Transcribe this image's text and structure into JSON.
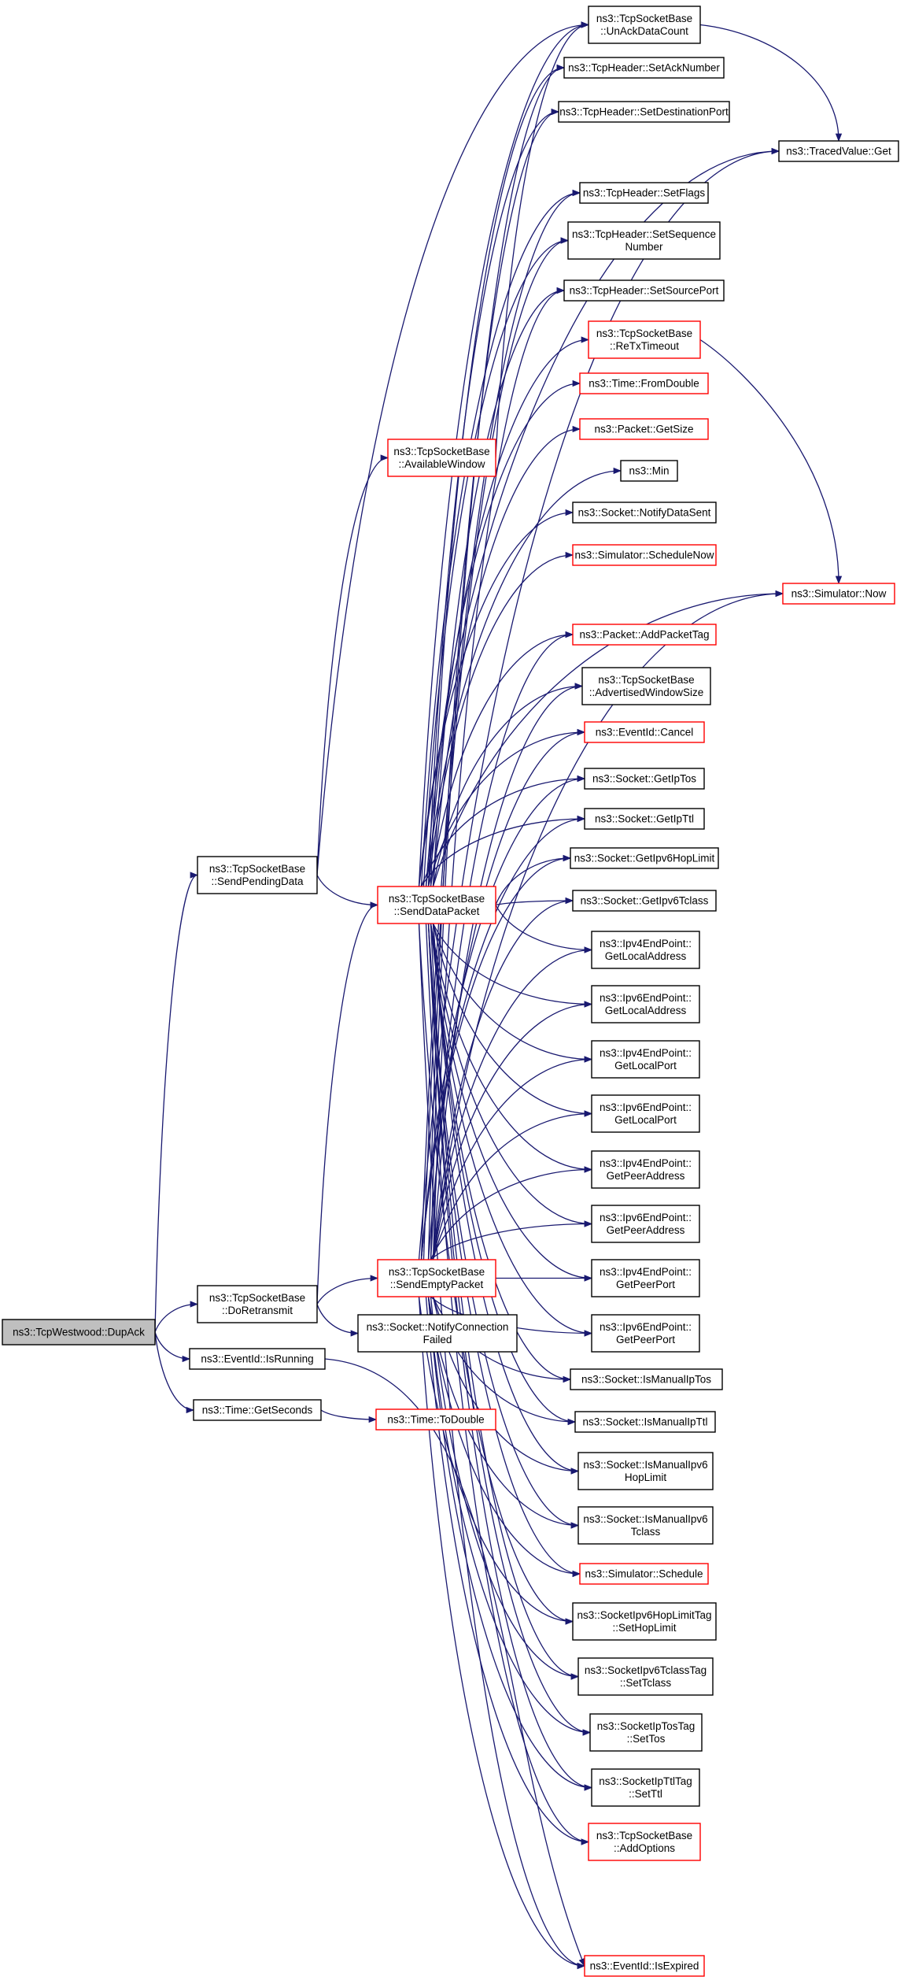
{
  "colors": {
    "edge": "#191970",
    "node_border": "#000000",
    "node_border_truncated": "#ff0000",
    "root_fill": "#bfbfbf",
    "node_fill": "#ffffff"
  },
  "nodes": [
    {
      "id": "root",
      "lines": [
        "ns3::TcpWestwood::DupAck"
      ],
      "style": "root"
    },
    {
      "id": "sendPendingData",
      "lines": [
        "ns3::TcpSocketBase",
        "::SendPendingData"
      ],
      "style": "normal"
    },
    {
      "id": "doRetransmit",
      "lines": [
        "ns3::TcpSocketBase",
        "::DoRetransmit"
      ],
      "style": "normal"
    },
    {
      "id": "eventIsRunning",
      "lines": [
        "ns3::EventId::IsRunning"
      ],
      "style": "normal"
    },
    {
      "id": "timeGetSeconds",
      "lines": [
        "ns3::Time::GetSeconds"
      ],
      "style": "normal"
    },
    {
      "id": "availableWindow",
      "lines": [
        "ns3::TcpSocketBase",
        "::AvailableWindow"
      ],
      "style": "red"
    },
    {
      "id": "sendDataPacket",
      "lines": [
        "ns3::TcpSocketBase",
        "::SendDataPacket"
      ],
      "style": "red"
    },
    {
      "id": "sendEmptyPacket",
      "lines": [
        "ns3::TcpSocketBase",
        "::SendEmptyPacket"
      ],
      "style": "red"
    },
    {
      "id": "notifyConnFailed",
      "lines": [
        "ns3::Socket::NotifyConnection",
        "Failed"
      ],
      "style": "normal"
    },
    {
      "id": "timeToDouble",
      "lines": [
        "ns3::Time::ToDouble"
      ],
      "style": "red"
    },
    {
      "id": "unAckDataCount",
      "lines": [
        "ns3::TcpSocketBase",
        "::UnAckDataCount"
      ],
      "style": "normal"
    },
    {
      "id": "setAckNumber",
      "lines": [
        "ns3::TcpHeader::SetAckNumber"
      ],
      "style": "normal"
    },
    {
      "id": "setDestPort",
      "lines": [
        "ns3::TcpHeader::SetDestinationPort"
      ],
      "style": "normal"
    },
    {
      "id": "setFlags",
      "lines": [
        "ns3::TcpHeader::SetFlags"
      ],
      "style": "normal"
    },
    {
      "id": "setSeqNum",
      "lines": [
        "ns3::TcpHeader::SetSequence",
        "Number"
      ],
      "style": "normal"
    },
    {
      "id": "setSourcePort",
      "lines": [
        "ns3::TcpHeader::SetSourcePort"
      ],
      "style": "normal"
    },
    {
      "id": "reTxTimeout",
      "lines": [
        "ns3::TcpSocketBase",
        "::ReTxTimeout"
      ],
      "style": "red"
    },
    {
      "id": "fromDouble",
      "lines": [
        "ns3::Time::FromDouble"
      ],
      "style": "red"
    },
    {
      "id": "packetGetSize",
      "lines": [
        "ns3::Packet::GetSize"
      ],
      "style": "red"
    },
    {
      "id": "min",
      "lines": [
        "ns3::Min"
      ],
      "style": "normal"
    },
    {
      "id": "notifyDataSent",
      "lines": [
        "ns3::Socket::NotifyDataSent"
      ],
      "style": "normal"
    },
    {
      "id": "scheduleNow",
      "lines": [
        "ns3::Simulator::ScheduleNow"
      ],
      "style": "red"
    },
    {
      "id": "addPacketTag",
      "lines": [
        "ns3::Packet::AddPacketTag"
      ],
      "style": "red"
    },
    {
      "id": "advWindowSize",
      "lines": [
        "ns3::TcpSocketBase",
        "::AdvertisedWindowSize"
      ],
      "style": "normal"
    },
    {
      "id": "eventCancel",
      "lines": [
        "ns3::EventId::Cancel"
      ],
      "style": "red"
    },
    {
      "id": "getIpTos",
      "lines": [
        "ns3::Socket::GetIpTos"
      ],
      "style": "normal"
    },
    {
      "id": "getIpTtl",
      "lines": [
        "ns3::Socket::GetIpTtl"
      ],
      "style": "normal"
    },
    {
      "id": "getIpv6HopLimit",
      "lines": [
        "ns3::Socket::GetIpv6HopLimit"
      ],
      "style": "normal"
    },
    {
      "id": "getIpv6Tclass",
      "lines": [
        "ns3::Socket::GetIpv6Tclass"
      ],
      "style": "normal"
    },
    {
      "id": "ipv4LocalAddr",
      "lines": [
        "ns3::Ipv4EndPoint::",
        "GetLocalAddress"
      ],
      "style": "normal"
    },
    {
      "id": "ipv6LocalAddr",
      "lines": [
        "ns3::Ipv6EndPoint::",
        "GetLocalAddress"
      ],
      "style": "normal"
    },
    {
      "id": "ipv4LocalPort",
      "lines": [
        "ns3::Ipv4EndPoint::",
        "GetLocalPort"
      ],
      "style": "normal"
    },
    {
      "id": "ipv6LocalPort",
      "lines": [
        "ns3::Ipv6EndPoint::",
        "GetLocalPort"
      ],
      "style": "normal"
    },
    {
      "id": "ipv4PeerAddr",
      "lines": [
        "ns3::Ipv4EndPoint::",
        "GetPeerAddress"
      ],
      "style": "normal"
    },
    {
      "id": "ipv6PeerAddr",
      "lines": [
        "ns3::Ipv6EndPoint::",
        "GetPeerAddress"
      ],
      "style": "normal"
    },
    {
      "id": "ipv4PeerPort",
      "lines": [
        "ns3::Ipv4EndPoint::",
        "GetPeerPort"
      ],
      "style": "normal"
    },
    {
      "id": "ipv6PeerPort",
      "lines": [
        "ns3::Ipv6EndPoint::",
        "GetPeerPort"
      ],
      "style": "normal"
    },
    {
      "id": "isManualIpTos",
      "lines": [
        "ns3::Socket::IsManualIpTos"
      ],
      "style": "normal"
    },
    {
      "id": "isManualIpTtl",
      "lines": [
        "ns3::Socket::IsManualIpTtl"
      ],
      "style": "normal"
    },
    {
      "id": "isManualIpv6HopLimit",
      "lines": [
        "ns3::Socket::IsManualIpv6",
        "HopLimit"
      ],
      "style": "normal"
    },
    {
      "id": "isManualIpv6Tclass",
      "lines": [
        "ns3::Socket::IsManualIpv6",
        "Tclass"
      ],
      "style": "normal"
    },
    {
      "id": "simSchedule",
      "lines": [
        "ns3::Simulator::Schedule"
      ],
      "style": "red"
    },
    {
      "id": "hopLimitTagSet",
      "lines": [
        "ns3::SocketIpv6HopLimitTag",
        "::SetHopLimit"
      ],
      "style": "normal"
    },
    {
      "id": "tclassTagSet",
      "lines": [
        "ns3::SocketIpv6TclassTag",
        "::SetTclass"
      ],
      "style": "normal"
    },
    {
      "id": "ipTosTagSet",
      "lines": [
        "ns3::SocketIpTosTag",
        "::SetTos"
      ],
      "style": "normal"
    },
    {
      "id": "ipTtlTagSet",
      "lines": [
        "ns3::SocketIpTtlTag",
        "::SetTtl"
      ],
      "style": "normal"
    },
    {
      "id": "addOptions",
      "lines": [
        "ns3::TcpSocketBase",
        "::AddOptions"
      ],
      "style": "red"
    },
    {
      "id": "eventIsExpired",
      "lines": [
        "ns3::EventId::IsExpired"
      ],
      "style": "red"
    },
    {
      "id": "tracedValueGet",
      "lines": [
        "ns3::TracedValue::Get"
      ],
      "style": "normal"
    },
    {
      "id": "simNow",
      "lines": [
        "ns3::Simulator::Now"
      ],
      "style": "red"
    }
  ],
  "edges": [
    [
      "root",
      "sendPendingData"
    ],
    [
      "root",
      "doRetransmit"
    ],
    [
      "root",
      "eventIsRunning"
    ],
    [
      "root",
      "timeGetSeconds"
    ],
    [
      "sendPendingData",
      "availableWindow"
    ],
    [
      "sendPendingData",
      "sendDataPacket"
    ],
    [
      "sendPendingData",
      "unAckDataCount"
    ],
    [
      "availableWindow",
      "unAckDataCount"
    ],
    [
      "doRetransmit",
      "sendDataPacket"
    ],
    [
      "doRetransmit",
      "sendEmptyPacket"
    ],
    [
      "doRetransmit",
      "notifyConnFailed"
    ],
    [
      "timeGetSeconds",
      "timeToDouble"
    ],
    [
      "eventIsRunning",
      "eventIsExpired"
    ],
    [
      "unAckDataCount",
      "tracedValueGet"
    ],
    [
      "reTxTimeout",
      "simNow"
    ],
    [
      "sendDataPacket",
      "unAckDataCount"
    ],
    [
      "sendDataPacket",
      "setAckNumber"
    ],
    [
      "sendDataPacket",
      "setDestPort"
    ],
    [
      "sendDataPacket",
      "tracedValueGet"
    ],
    [
      "sendDataPacket",
      "setFlags"
    ],
    [
      "sendDataPacket",
      "setSeqNum"
    ],
    [
      "sendDataPacket",
      "setSourcePort"
    ],
    [
      "sendDataPacket",
      "reTxTimeout"
    ],
    [
      "sendDataPacket",
      "fromDouble"
    ],
    [
      "sendDataPacket",
      "packetGetSize"
    ],
    [
      "sendDataPacket",
      "min"
    ],
    [
      "sendDataPacket",
      "notifyDataSent"
    ],
    [
      "sendDataPacket",
      "scheduleNow"
    ],
    [
      "sendDataPacket",
      "simNow"
    ],
    [
      "sendDataPacket",
      "addPacketTag"
    ],
    [
      "sendDataPacket",
      "advWindowSize"
    ],
    [
      "sendDataPacket",
      "eventCancel"
    ],
    [
      "sendDataPacket",
      "getIpTos"
    ],
    [
      "sendDataPacket",
      "getIpTtl"
    ],
    [
      "sendDataPacket",
      "getIpv6HopLimit"
    ],
    [
      "sendDataPacket",
      "getIpv6Tclass"
    ],
    [
      "sendDataPacket",
      "ipv4LocalAddr"
    ],
    [
      "sendDataPacket",
      "ipv6LocalAddr"
    ],
    [
      "sendDataPacket",
      "ipv4LocalPort"
    ],
    [
      "sendDataPacket",
      "ipv6LocalPort"
    ],
    [
      "sendDataPacket",
      "ipv4PeerAddr"
    ],
    [
      "sendDataPacket",
      "ipv6PeerAddr"
    ],
    [
      "sendDataPacket",
      "ipv4PeerPort"
    ],
    [
      "sendDataPacket",
      "ipv6PeerPort"
    ],
    [
      "sendDataPacket",
      "isManualIpTos"
    ],
    [
      "sendDataPacket",
      "isManualIpTtl"
    ],
    [
      "sendDataPacket",
      "isManualIpv6HopLimit"
    ],
    [
      "sendDataPacket",
      "isManualIpv6Tclass"
    ],
    [
      "sendDataPacket",
      "simSchedule"
    ],
    [
      "sendDataPacket",
      "hopLimitTagSet"
    ],
    [
      "sendDataPacket",
      "tclassTagSet"
    ],
    [
      "sendDataPacket",
      "ipTosTagSet"
    ],
    [
      "sendDataPacket",
      "ipTtlTagSet"
    ],
    [
      "sendDataPacket",
      "addOptions"
    ],
    [
      "sendDataPacket",
      "eventIsExpired"
    ],
    [
      "sendEmptyPacket",
      "setAckNumber"
    ],
    [
      "sendEmptyPacket",
      "setDestPort"
    ],
    [
      "sendEmptyPacket",
      "tracedValueGet"
    ],
    [
      "sendEmptyPacket",
      "setFlags"
    ],
    [
      "sendEmptyPacket",
      "setSeqNum"
    ],
    [
      "sendEmptyPacket",
      "setSourcePort"
    ],
    [
      "sendEmptyPacket",
      "simNow"
    ],
    [
      "sendEmptyPacket",
      "addPacketTag"
    ],
    [
      "sendEmptyPacket",
      "advWindowSize"
    ],
    [
      "sendEmptyPacket",
      "eventCancel"
    ],
    [
      "sendEmptyPacket",
      "getIpTos"
    ],
    [
      "sendEmptyPacket",
      "getIpTtl"
    ],
    [
      "sendEmptyPacket",
      "getIpv6HopLimit"
    ],
    [
      "sendEmptyPacket",
      "getIpv6Tclass"
    ],
    [
      "sendEmptyPacket",
      "ipv4LocalAddr"
    ],
    [
      "sendEmptyPacket",
      "ipv6LocalAddr"
    ],
    [
      "sendEmptyPacket",
      "ipv4LocalPort"
    ],
    [
      "sendEmptyPacket",
      "ipv6LocalPort"
    ],
    [
      "sendEmptyPacket",
      "ipv4PeerAddr"
    ],
    [
      "sendEmptyPacket",
      "ipv6PeerAddr"
    ],
    [
      "sendEmptyPacket",
      "ipv4PeerPort"
    ],
    [
      "sendEmptyPacket",
      "ipv6PeerPort"
    ],
    [
      "sendEmptyPacket",
      "isManualIpTos"
    ],
    [
      "sendEmptyPacket",
      "isManualIpTtl"
    ],
    [
      "sendEmptyPacket",
      "isManualIpv6HopLimit"
    ],
    [
      "sendEmptyPacket",
      "isManualIpv6Tclass"
    ],
    [
      "sendEmptyPacket",
      "simSchedule"
    ],
    [
      "sendEmptyPacket",
      "hopLimitTagSet"
    ],
    [
      "sendEmptyPacket",
      "tclassTagSet"
    ],
    [
      "sendEmptyPacket",
      "ipTosTagSet"
    ],
    [
      "sendEmptyPacket",
      "ipTtlTagSet"
    ],
    [
      "sendEmptyPacket",
      "addOptions"
    ],
    [
      "sendEmptyPacket",
      "eventIsExpired"
    ]
  ]
}
